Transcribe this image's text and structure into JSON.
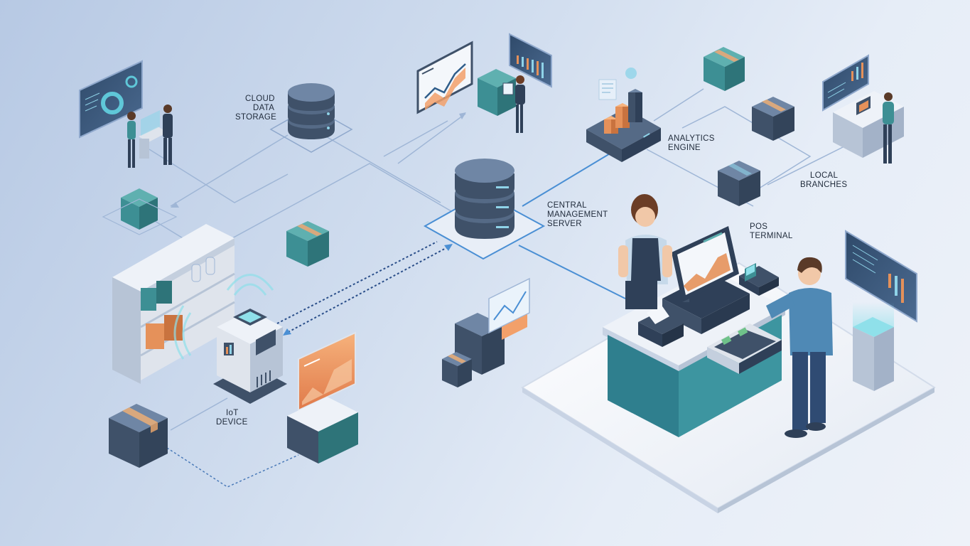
{
  "labels": {
    "cloud": [
      "CLOUD",
      "DATA",
      "STORAGE"
    ],
    "central": [
      "CENTRAL",
      "MANAGEMENT",
      "SERVER"
    ],
    "analytics": [
      "ANALYTICS",
      "ENGINE"
    ],
    "local": [
      "LOCAL",
      "BRANCHES"
    ],
    "pos": [
      "POS",
      "TERMINAL"
    ],
    "iot": [
      "IoT",
      "DEVICE"
    ]
  },
  "colors": {
    "server_dark": "#3f5169",
    "server_mid": "#556a86",
    "server_light": "#6f86a5",
    "teal": "#3d8f94",
    "teal_light": "#5fb0b0",
    "orange": "#e5915a",
    "tape": "#d9a87d",
    "link_blue": "#4a8fd4",
    "link_dark": "#2b4f8a",
    "platform": "#f1f4fa",
    "counter_top": "#dfe4ec",
    "counter_front": "#2f7f8e"
  },
  "icons": [
    "server-stack-icon",
    "cloud-server-icon",
    "shipping-box-icon",
    "dashboard-screen-icon",
    "line-chart-icon",
    "bar-chart-icon",
    "pos-monitor-icon",
    "card-reader-icon",
    "receipt-printer-icon",
    "cash-drawer-icon",
    "iot-sensor-icon",
    "wireless-signal-icon",
    "shelf-icon",
    "person-icon"
  ]
}
